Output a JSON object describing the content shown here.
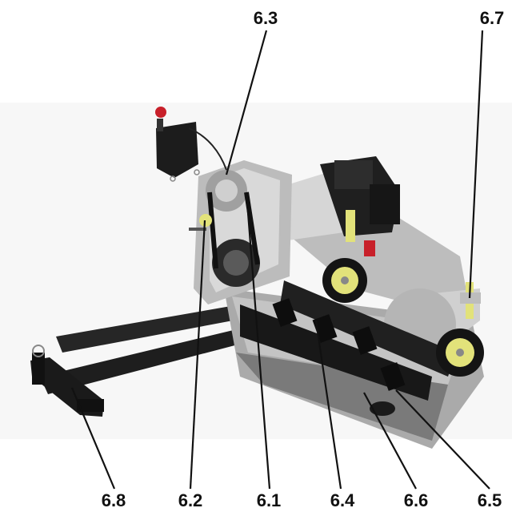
{
  "callouts": [
    {
      "id": "6.3",
      "label": "6.3"
    },
    {
      "id": "6.7",
      "label": "6.7"
    },
    {
      "id": "6.8",
      "label": "6.8"
    },
    {
      "id": "6.2",
      "label": "6.2"
    },
    {
      "id": "6.1",
      "label": "6.1"
    },
    {
      "id": "6.4",
      "label": "6.4"
    },
    {
      "id": "6.6",
      "label": "6.6"
    },
    {
      "id": "6.5",
      "label": "6.5"
    }
  ],
  "colors": {
    "frame_dark": "#1c1c1c",
    "housing_grey": "#b9b9b9",
    "housing_dark": "#6e6e6e",
    "wheel_hub_yellow": "#e2e27a",
    "tyre_black": "#141414",
    "handle_red": "#c8202a",
    "engine_black": "#222222",
    "label_black": "#111111"
  }
}
